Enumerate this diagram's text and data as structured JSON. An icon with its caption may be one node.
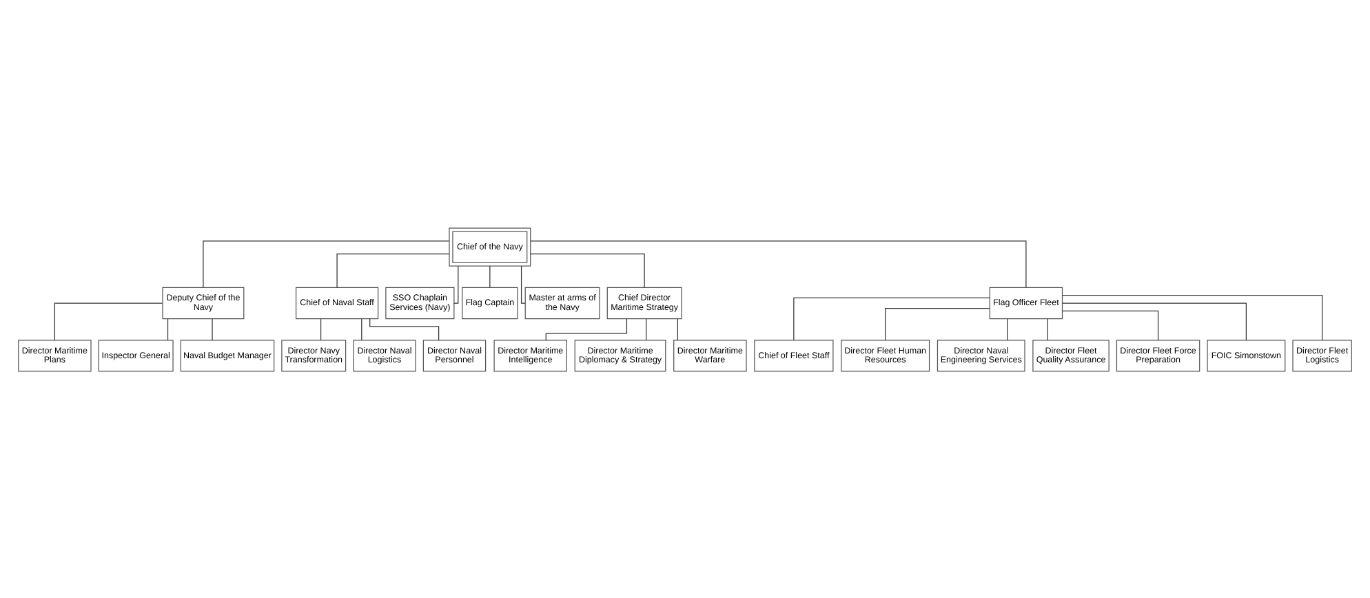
{
  "diagram": {
    "nodes": [
      {
        "text": [
          "Chief of the Navy"
        ]
      },
      {
        "text": [
          "Deputy Chief of the Navy"
        ]
      },
      {
        "text": [
          "Director Maritime Plans"
        ]
      },
      {
        "text": [
          "Inspector General"
        ]
      },
      {
        "text": [
          "Naval Budget Manager"
        ]
      },
      {
        "text": [
          "Chief of Naval Staff"
        ]
      },
      {
        "text": [
          "Director Navy Transformation"
        ]
      },
      {
        "text": [
          "Director Naval Logistics"
        ]
      },
      {
        "text": [
          "Director Naval Personnel"
        ]
      },
      {
        "text": [
          "SSO Chaplain Services (Navy)"
        ]
      },
      {
        "text": [
          "Flag Captain"
        ]
      },
      {
        "text": [
          "Master at arms of the Navy"
        ]
      },
      {
        "text": [
          "Chief Director Maritime Strategy"
        ]
      },
      {
        "text": [
          "Director Maritime Intelligence"
        ]
      },
      {
        "text": [
          "Director Maritime Diplomacy & Strategy"
        ]
      },
      {
        "text": [
          "Director Maritime Warfare"
        ]
      },
      {
        "text": [
          "Flag Officer Fleet"
        ]
      },
      {
        "text": [
          "Chief of Fleet Staff"
        ]
      },
      {
        "text": [
          "Director Fleet Human Resources"
        ]
      },
      {
        "text": [
          "Director Naval Engineering Services"
        ]
      },
      {
        "text": [
          "Director Fleet Quality Assurance"
        ]
      },
      {
        "text": [
          "Director Fleet Force Preparation"
        ]
      },
      {
        "text": [
          "FOIC Simonstown"
        ]
      },
      {
        "text": [
          "Director Fleet Logistics"
        ]
      }
    ],
    "edges": [
      {
        "from": 0,
        "to": 1,
        "arrow": "none"
      },
      {
        "from": 0,
        "to": 5,
        "arrow": "none"
      },
      {
        "from": 0,
        "to": 9,
        "arrow": "none"
      },
      {
        "from": 0,
        "to": 10,
        "arrow": "none"
      },
      {
        "from": 0,
        "to": 11,
        "arrow": "none"
      },
      {
        "from": 0,
        "to": 12,
        "arrow": "none"
      },
      {
        "from": 0,
        "to": 16,
        "arrow": "none"
      },
      {
        "from": 1,
        "to": 2,
        "arrow": "none"
      },
      {
        "from": 1,
        "to": 3,
        "arrow": "none"
      },
      {
        "from": 1,
        "to": 4,
        "arrow": "none"
      },
      {
        "from": 5,
        "to": 6,
        "arrow": "none"
      },
      {
        "from": 5,
        "to": 7,
        "arrow": "none"
      },
      {
        "from": 5,
        "to": 8,
        "arrow": "none"
      },
      {
        "from": 12,
        "to": 13,
        "arrow": "none"
      },
      {
        "from": 12,
        "to": 14,
        "arrow": "none"
      },
      {
        "from": 12,
        "to": 15,
        "arrow": "none"
      },
      {
        "from": 16,
        "to": 17,
        "arrow": "none"
      },
      {
        "from": 16,
        "to": 18,
        "arrow": "none"
      },
      {
        "from": 16,
        "to": 19,
        "arrow": "none"
      },
      {
        "from": 16,
        "to": 20,
        "arrow": "none"
      },
      {
        "from": 16,
        "to": 21,
        "arrow": "none"
      },
      {
        "from": 16,
        "to": 22,
        "arrow": "none"
      },
      {
        "from": 16,
        "to": 23,
        "arrow": "none"
      }
    ]
  }
}
